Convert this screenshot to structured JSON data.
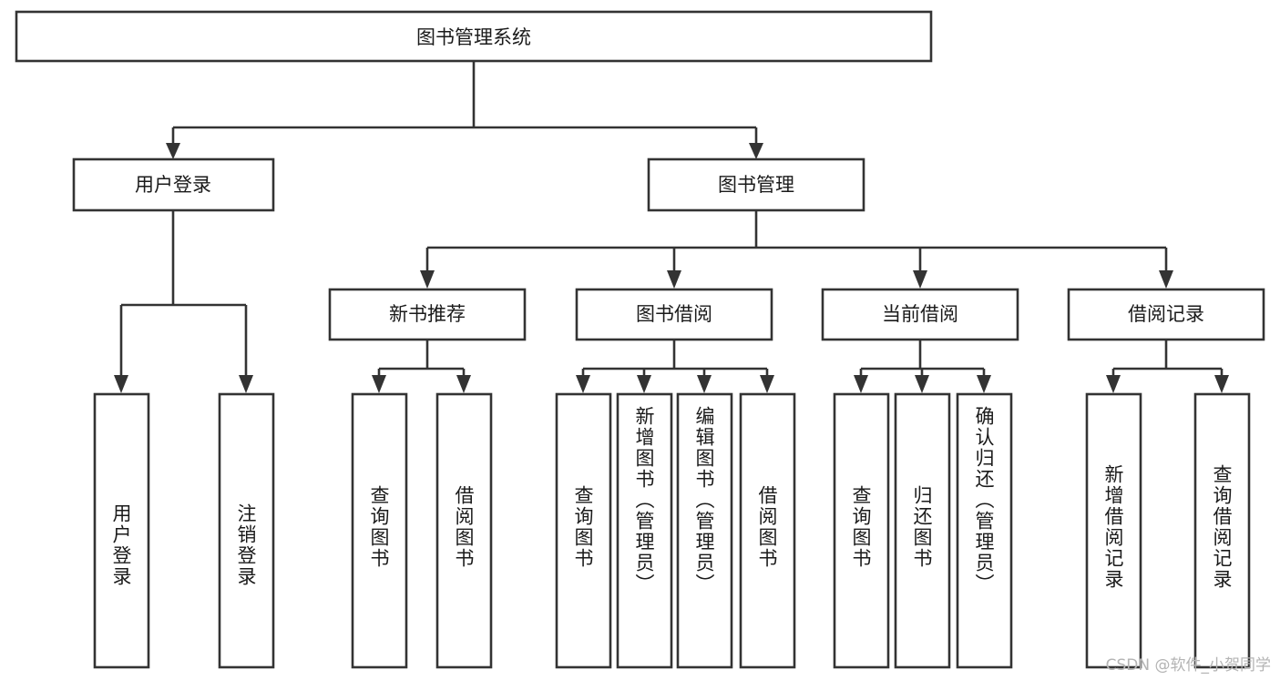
{
  "diagram": {
    "title": "图书管理系统",
    "type": "tree-hierarchy-diagram",
    "colors": {
      "stroke": "#333333",
      "fill": "#ffffff",
      "text": "#1a1a1a",
      "watermark": "#b4b4b4"
    },
    "root": {
      "id": "root",
      "label": "图书管理系统"
    },
    "level1": [
      {
        "id": "user-login",
        "label": "用户登录"
      },
      {
        "id": "book-manage",
        "label": "图书管理"
      }
    ],
    "level2": [
      {
        "id": "new-book-recommend",
        "label": "新书推荐",
        "parent": "book-manage"
      },
      {
        "id": "book-borrow",
        "label": "图书借阅",
        "parent": "book-manage"
      },
      {
        "id": "current-borrow",
        "label": "当前借阅",
        "parent": "book-manage"
      },
      {
        "id": "borrow-record",
        "label": "借阅记录",
        "parent": "book-manage"
      }
    ],
    "leaves": {
      "user-login": [
        {
          "id": "leaf-user-login",
          "label": "用户登录",
          "align": "bottom"
        },
        {
          "id": "leaf-user-logout",
          "label": "注销登录",
          "align": "bottom"
        }
      ],
      "new-book-recommend": [
        {
          "id": "leaf-query-book-1",
          "label": "查询图书",
          "align": "middle"
        },
        {
          "id": "leaf-borrow-book-1",
          "label": "借阅图书",
          "align": "middle"
        }
      ],
      "book-borrow": [
        {
          "id": "leaf-query-book-2",
          "label": "查询图书",
          "align": "middle"
        },
        {
          "id": "leaf-add-book",
          "label": "新增图书（管理员）",
          "align": "top"
        },
        {
          "id": "leaf-edit-book",
          "label": "编辑图书（管理员）",
          "align": "top"
        },
        {
          "id": "leaf-borrow-book-2",
          "label": "借阅图书",
          "align": "middle"
        }
      ],
      "current-borrow": [
        {
          "id": "leaf-query-book-3",
          "label": "查询图书",
          "align": "middle"
        },
        {
          "id": "leaf-return-book",
          "label": "归还图书",
          "align": "middle"
        },
        {
          "id": "leaf-confirm-return",
          "label": "确认归还（管理员）",
          "align": "top"
        }
      ],
      "borrow-record": [
        {
          "id": "leaf-add-record",
          "label": "新增借阅记录",
          "align": "middle"
        },
        {
          "id": "leaf-query-record",
          "label": "查询借阅记录",
          "align": "middle"
        }
      ]
    },
    "watermark": "CSDN @软件_小贺同学"
  }
}
